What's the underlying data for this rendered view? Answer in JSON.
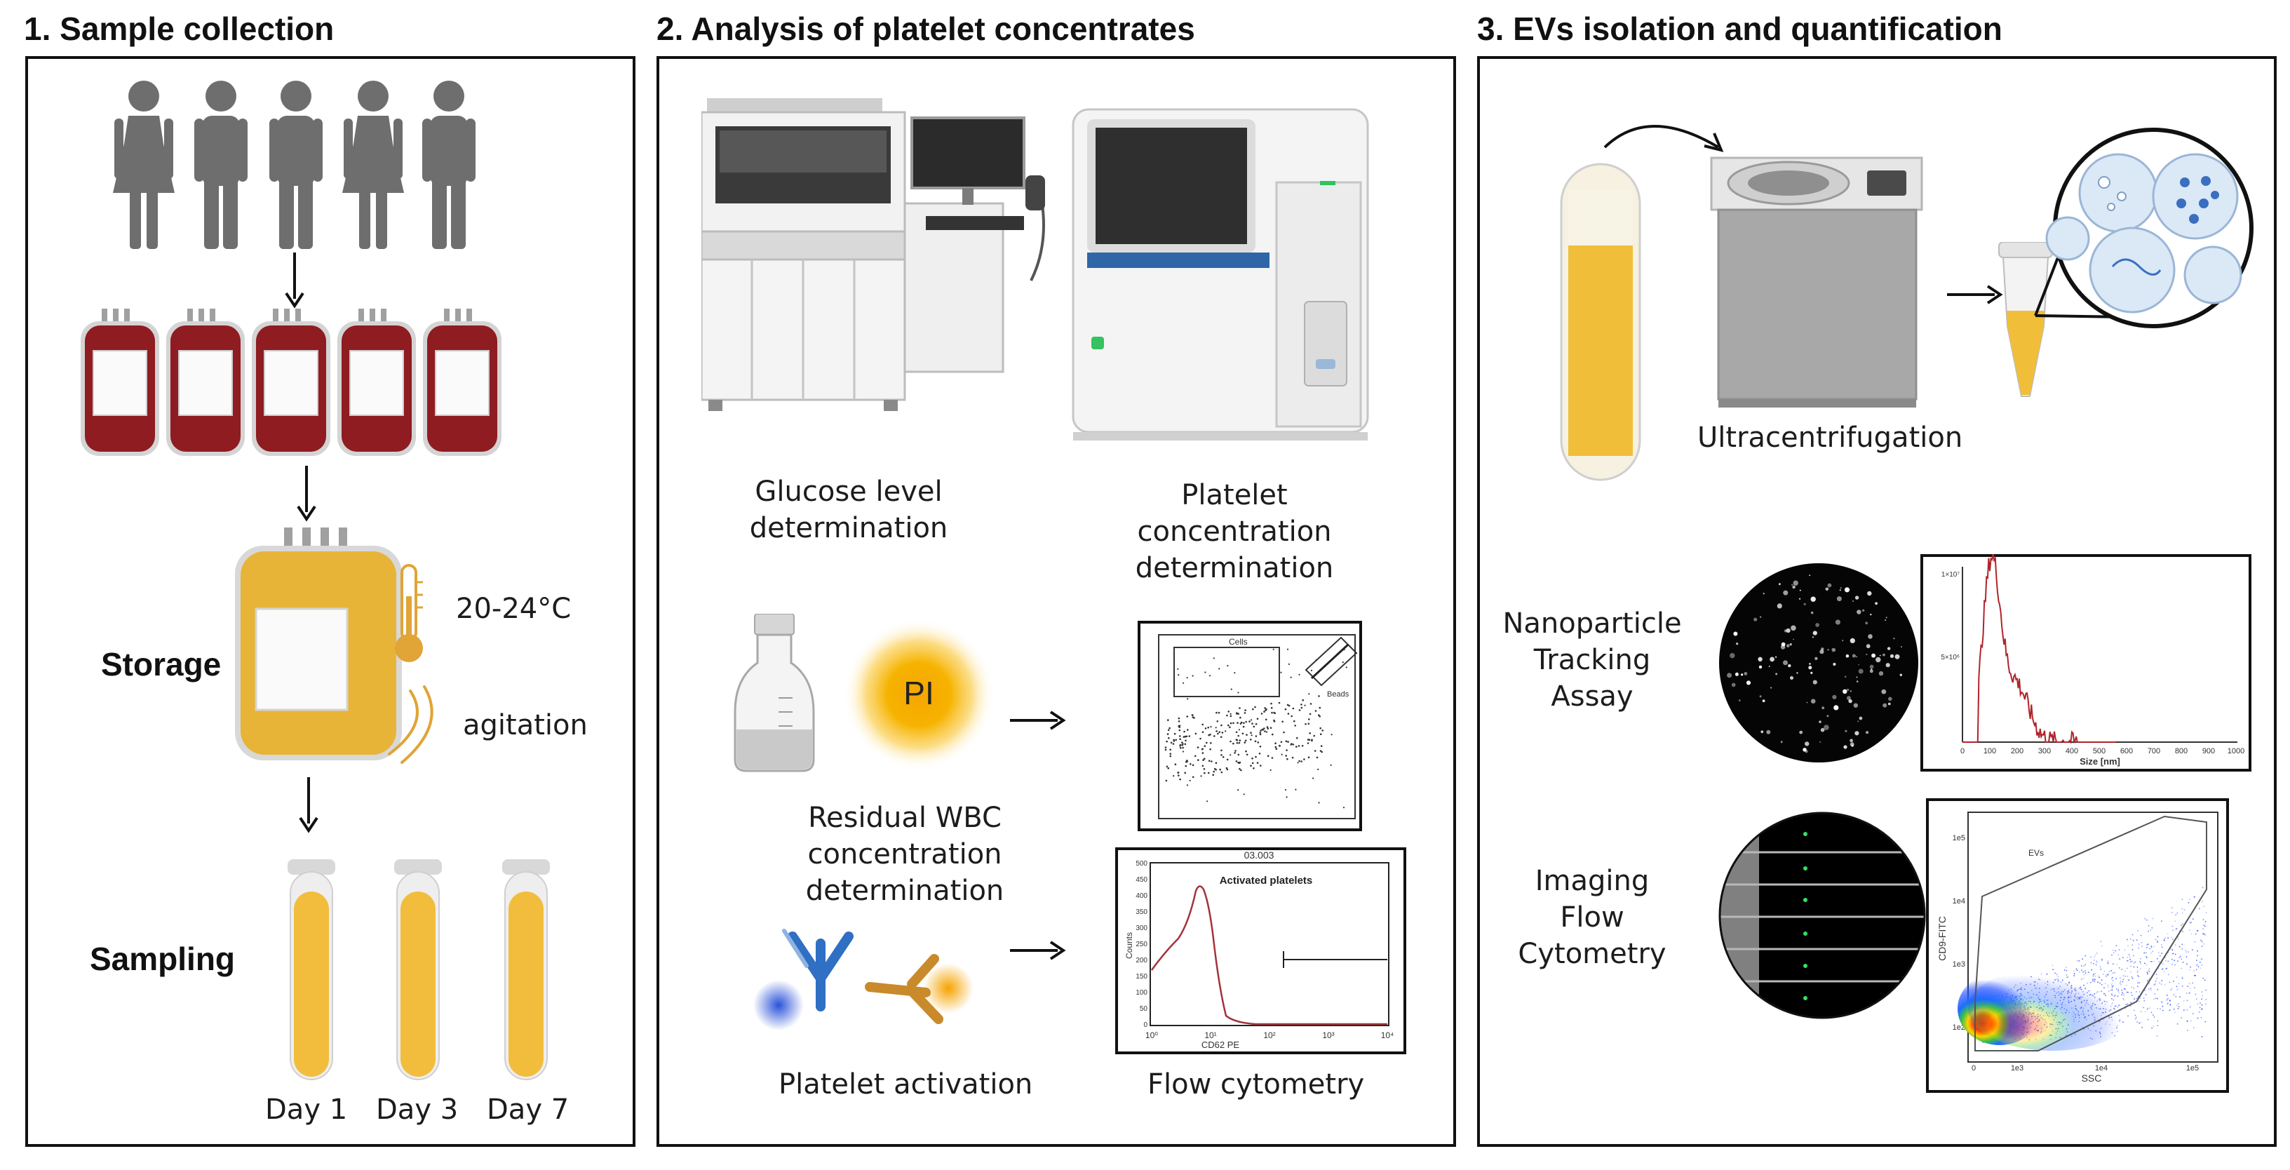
{
  "panel1": {
    "title": "1. Sample collection",
    "storage_label": "Storage",
    "temperature": "20-24°C",
    "agitation": "agitation",
    "sampling_label": "Sampling",
    "days": [
      "Day 1",
      "Day 3",
      "Day 7"
    ]
  },
  "panel2": {
    "title": "2. Analysis of platelet concentrates",
    "glucose_label": "Glucose level\ndetermination",
    "platelet_conc_label": "Platelet concentration\ndetermination",
    "pi_label": "PI",
    "wbc_label": "Residual WBC\nconcentration determination",
    "activation_label": "Platelet activation",
    "flow_label": "Flow cytometry",
    "scatter_gate_cells": "Cells",
    "scatter_gate_beads": "Beads",
    "hist_sample_id": "03.003",
    "hist_title": "Activated platelets",
    "hist_xlabel": "CD62 PE",
    "hist_ylabel": "Counts",
    "hist_yticks": [
      "0",
      "50",
      "100",
      "150",
      "200",
      "250",
      "300",
      "350",
      "400",
      "450",
      "500"
    ],
    "hist_xticks": [
      "10⁰",
      "10¹",
      "10²",
      "10³",
      "10⁴"
    ]
  },
  "panel3": {
    "title": "3. EVs isolation and quantification",
    "ultra_label": "Ultracentrifugation",
    "nta_label": "Nanoparticle\nTracking\nAssay",
    "ifc_label": "Imaging\nFlow\nCytometry",
    "nta_xlabel": "Size [nm]",
    "nta_xticks": [
      "0",
      "100",
      "200",
      "300",
      "400",
      "500",
      "600",
      "700",
      "800",
      "900",
      "1000"
    ],
    "nta_yticks": [
      "1×10⁷",
      "5×10⁶"
    ],
    "ifc_ylabel": "CD9-FITC",
    "ifc_xlabel": "SSC",
    "ifc_gate": "EVs",
    "ifc_xticks": [
      "0",
      "1e3",
      "1e4",
      "1e5"
    ],
    "ifc_yticks": [
      "1e5",
      "1e4",
      "1e3",
      "1e2"
    ]
  },
  "colors": {
    "person": "#6e6e6e",
    "blood": "#8e1c21",
    "plasma": "#f0b93a",
    "device_blue": "#2f66a8",
    "nta_line": "#b0242a",
    "hist_line": "#a3333a",
    "antibody_blue": "#2f6fc4",
    "antibody_gold": "#c98a2b"
  }
}
